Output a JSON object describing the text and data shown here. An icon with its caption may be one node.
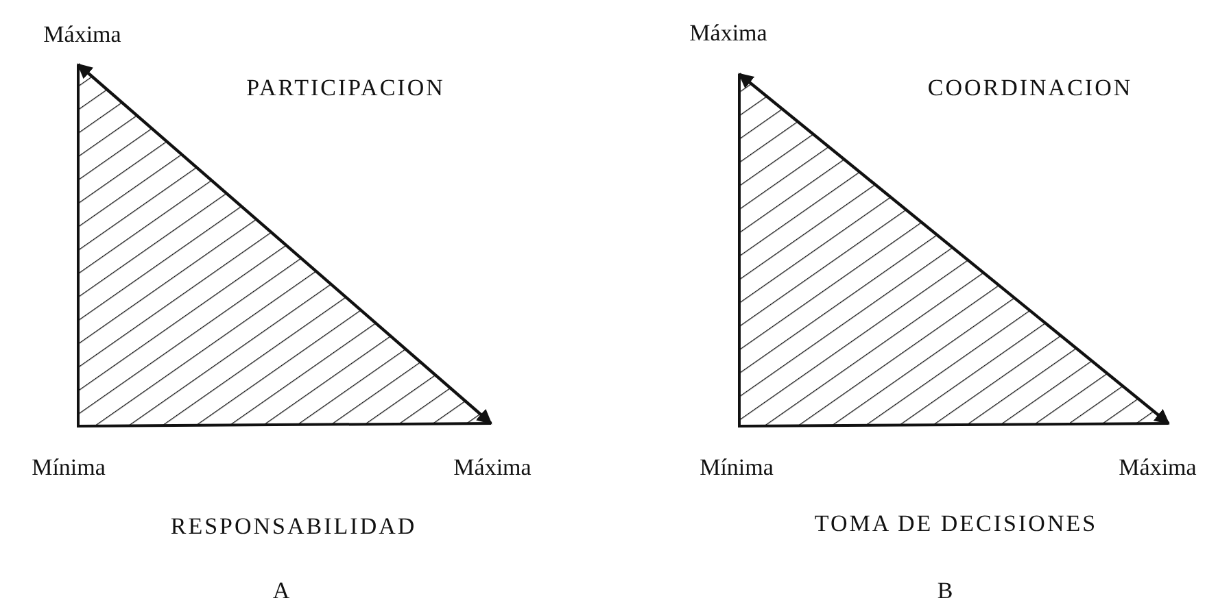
{
  "diagram": {
    "labels": [
      "Máxima",
      "Máxima",
      "PARTICIPACION",
      "COORDINACION",
      "Mínima",
      "Máxima",
      "Mínima",
      "Máxima",
      "RESPONSABILIDAD",
      "TOMA DE DECISIONES",
      "A",
      "B"
    ]
  }
}
